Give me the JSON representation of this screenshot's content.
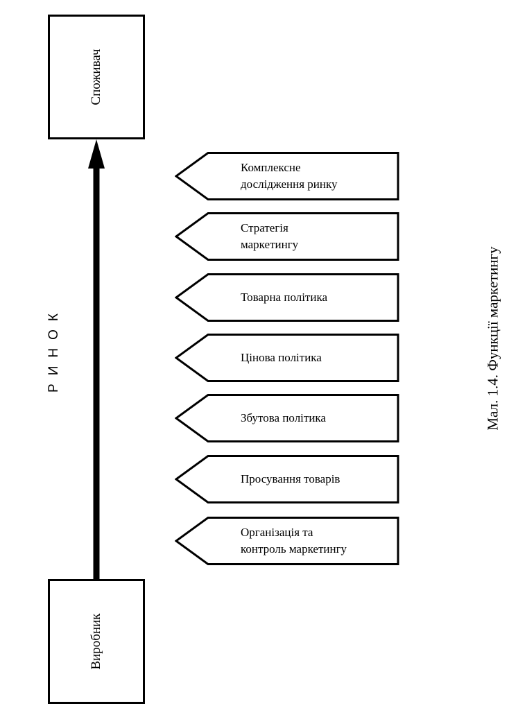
{
  "consumer_label": "Споживач",
  "producer_label": "Виробник",
  "market_label": "РИНОК",
  "caption": "Мал. 1.4. Функції маркетингу",
  "functions": [
    {
      "line1": "Комплексне",
      "line2": "дослідження ринку"
    },
    {
      "line1": "Стратегія",
      "line2": "маркетингу"
    },
    {
      "line1": "Товарна політика",
      "line2": ""
    },
    {
      "line1": "Цінова політика",
      "line2": ""
    },
    {
      "line1": "Збутова політика",
      "line2": ""
    },
    {
      "line1": "Просування товарів",
      "line2": ""
    },
    {
      "line1": "Організація та",
      "line2": "контроль маркетингу"
    }
  ]
}
